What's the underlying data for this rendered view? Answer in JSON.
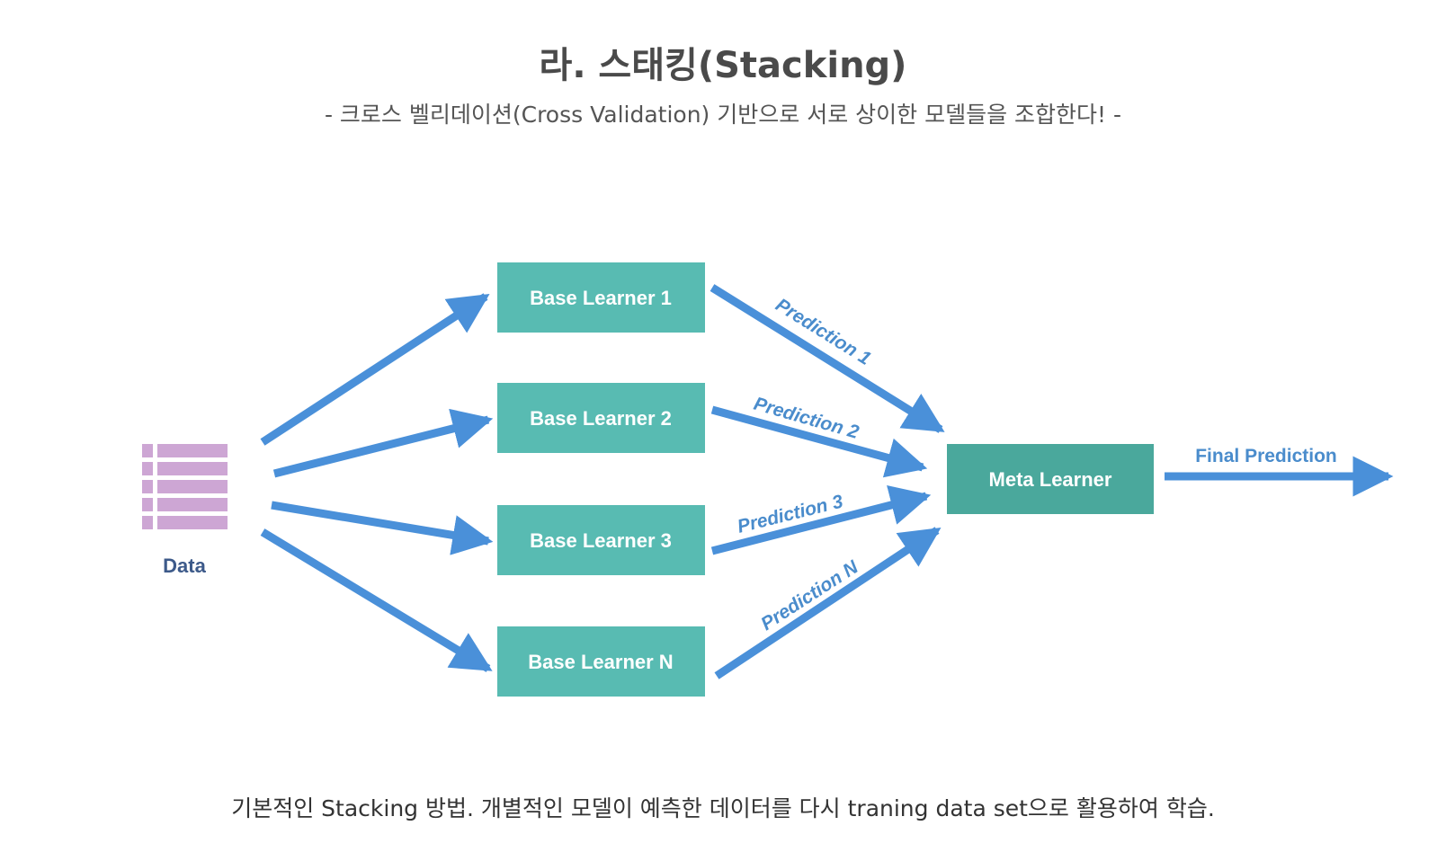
{
  "header": {
    "title": "라. 스태킹(Stacking)",
    "subtitle": "- 크로스 벨리데이션(Cross Validation) 기반으로 서로 상이한 모델들을 조합한다! -"
  },
  "diagram": {
    "data_label": "Data",
    "base_learners": [
      {
        "label": "Base Learner 1"
      },
      {
        "label": "Base Learner 2"
      },
      {
        "label": "Base Learner 3"
      },
      {
        "label": "Base Learner N"
      }
    ],
    "predictions": [
      {
        "label": "Prediction 1"
      },
      {
        "label": "Prediction 2"
      },
      {
        "label": "Prediction 3"
      },
      {
        "label": "Prediction N"
      }
    ],
    "meta_learner": "Meta Learner",
    "final_prediction": "Final Prediction"
  },
  "footer": {
    "caption": "기본적인 Stacking 방법. 개별적인 모델이 예측한 데이터를 다시 traning data set으로 활용하여 학습."
  },
  "colors": {
    "base_box": "#58bbb2",
    "meta_box": "#4aa89c",
    "arrow": "#4a90d9",
    "data_icon": "#cda6d4",
    "label_blue": "#4a8ccc"
  }
}
